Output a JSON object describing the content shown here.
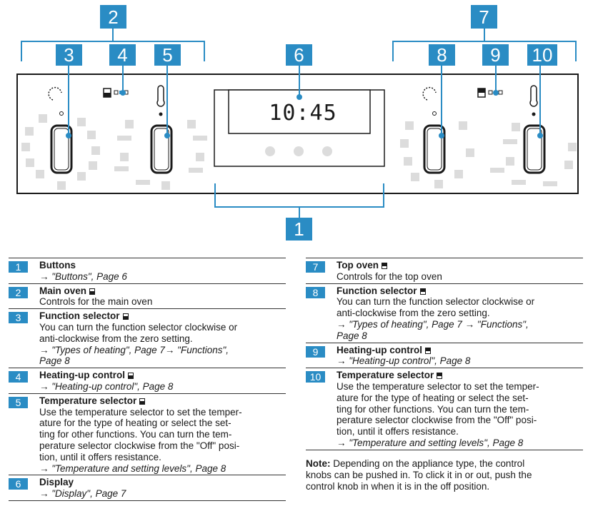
{
  "callouts": {
    "c1": "1",
    "c2": "2",
    "c3": "3",
    "c4": "4",
    "c5": "5",
    "c6": "6",
    "c7": "7",
    "c8": "8",
    "c9": "9",
    "c10": "10"
  },
  "display_time": "10:45",
  "colors": {
    "accent": "#2a8cc4",
    "panel_dots": "#dcdcdc"
  },
  "legend_left": [
    {
      "num": "1",
      "title": "Buttons",
      "icon": "",
      "lines": [],
      "refs": [
        "→ \"Buttons\", Page 6"
      ]
    },
    {
      "num": "2",
      "title": "Main oven",
      "icon": "bottom-oven-icon",
      "lines": [
        "Controls for the main oven"
      ],
      "refs": []
    },
    {
      "num": "3",
      "title": "Function selector",
      "icon": "bottom-oven-icon",
      "lines": [
        "You can turn the function selector clockwise or",
        "anti-clockwise from the zero setting."
      ],
      "refs": [
        "→ \"Types of heating\", Page 7→ \"Functions\",",
        "Page 8"
      ]
    },
    {
      "num": "4",
      "title": "Heating-up control",
      "icon": "bottom-oven-icon",
      "lines": [],
      "refs": [
        "→ \"Heating-up control\", Page 8"
      ]
    },
    {
      "num": "5",
      "title": "Temperature selector",
      "icon": "bottom-oven-icon",
      "lines": [
        "Use the temperature selector to set the temper-",
        "ature for the type of heating or select the set-",
        "ting for other functions. You can turn the tem-",
        "perature selector clockwise from the \"Off\" posi-",
        "tion, until it offers resistance."
      ],
      "refs": [
        "→ \"Temperature and setting levels\", Page 8"
      ]
    },
    {
      "num": "6",
      "title": "Display",
      "icon": "",
      "lines": [],
      "refs": [
        "→ \"Display\", Page 7"
      ]
    }
  ],
  "legend_right": [
    {
      "num": "7",
      "title": "Top oven",
      "icon": "top-oven-icon",
      "lines": [
        "Controls for the top oven"
      ],
      "refs": []
    },
    {
      "num": "8",
      "title": "Function selector",
      "icon": "top-oven-icon",
      "lines": [
        "You can turn the function selector clockwise or",
        "anti-clockwise from the zero setting."
      ],
      "refs": [
        "→ \"Types of heating\", Page 7 → \"Functions\",",
        "Page 8"
      ]
    },
    {
      "num": "9",
      "title": "Heating-up control",
      "icon": "top-oven-icon",
      "lines": [],
      "refs": [
        "→ \"Heating-up control\", Page 8"
      ]
    },
    {
      "num": "10",
      "title": "Temperature selector",
      "icon": "top-oven-icon",
      "lines": [
        "Use the temperature selector to set the temper-",
        "ature for the type of heating or select the set-",
        "ting for other functions. You can turn the tem-",
        "perature selector clockwise from the \"Off\" posi-",
        "tion, until it offers resistance."
      ],
      "refs": [
        "→ \"Temperature and setting levels\", Page 8"
      ]
    }
  ],
  "note": {
    "label": "Note:",
    "lines": [
      " Depending on the appliance type, the control",
      "knobs can be pushed in. To click it in or out, push the",
      "control knob in when it is in the off position."
    ]
  }
}
